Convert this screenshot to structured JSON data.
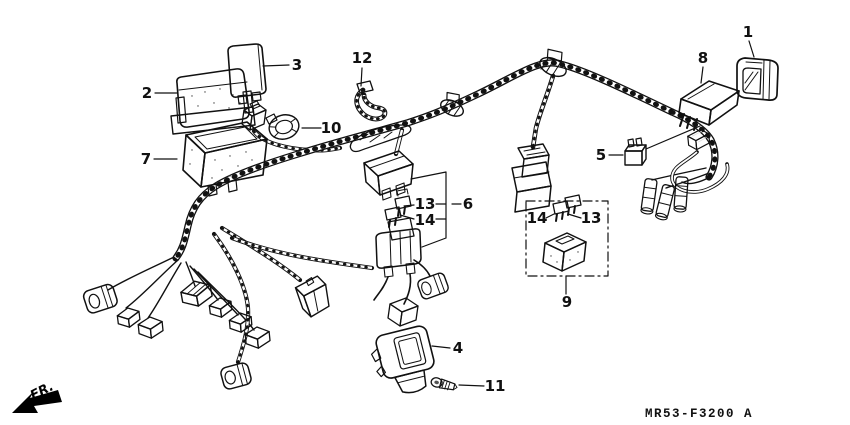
{
  "colors": {
    "ink": "#111111",
    "background": "#ffffff"
  },
  "callouts": [
    {
      "ref": "1"
    },
    {
      "ref": "2"
    },
    {
      "ref": "3"
    },
    {
      "ref": "4"
    },
    {
      "ref": "5"
    },
    {
      "ref": "6"
    },
    {
      "ref": "7"
    },
    {
      "ref": "8"
    },
    {
      "ref": "9"
    },
    {
      "ref": "10"
    },
    {
      "ref": "11"
    },
    {
      "ref": "12"
    },
    {
      "ref": "13"
    },
    {
      "ref": "14"
    },
    {
      "ref": "14"
    },
    {
      "ref": "13"
    }
  ],
  "footer": {
    "part_code": "MR53-F3200 A"
  },
  "orientation": {
    "front_label": "FR."
  }
}
